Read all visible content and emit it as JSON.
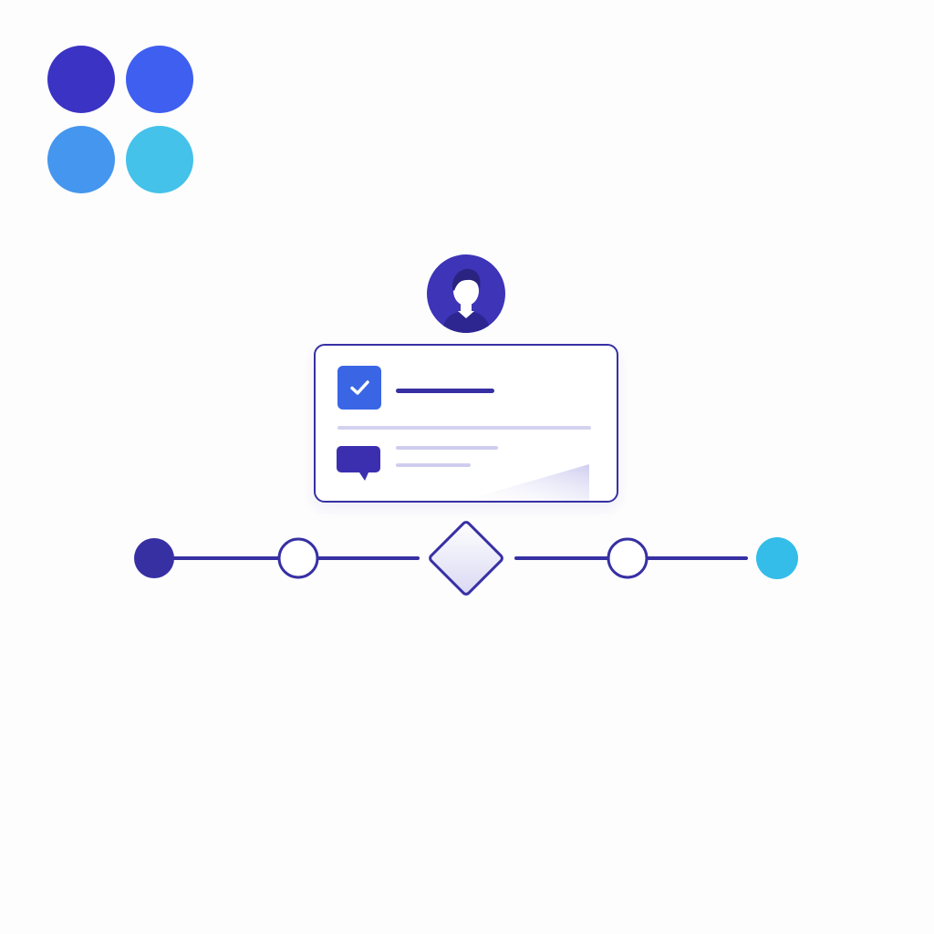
{
  "colors": {
    "brand_indigo": "#3b33c4",
    "brand_blue": "#3f5ff0",
    "brand_sky": "#4596ee",
    "brand_cyan": "#44c2ea",
    "stroke": "#3730a3",
    "check_fill": "#3a66e6",
    "line_light": "#d4d2f0",
    "end_cyan": "#33bde8",
    "avatar_bg": "#3d34b8"
  },
  "icons": {
    "brand": "four-dot-grid-logo",
    "avatar": "user-avatar-icon",
    "check": "checkbox-checked-icon",
    "comment": "chat-bubble-icon",
    "decision": "diamond-decision-icon"
  },
  "card": {
    "task_state": "checked",
    "rows": [
      "task",
      "comment"
    ]
  },
  "flow": {
    "nodes": [
      {
        "kind": "start",
        "state": "filled"
      },
      {
        "kind": "step",
        "state": "open"
      },
      {
        "kind": "decision",
        "state": "open"
      },
      {
        "kind": "step",
        "state": "open"
      },
      {
        "kind": "end",
        "state": "filled"
      }
    ]
  }
}
